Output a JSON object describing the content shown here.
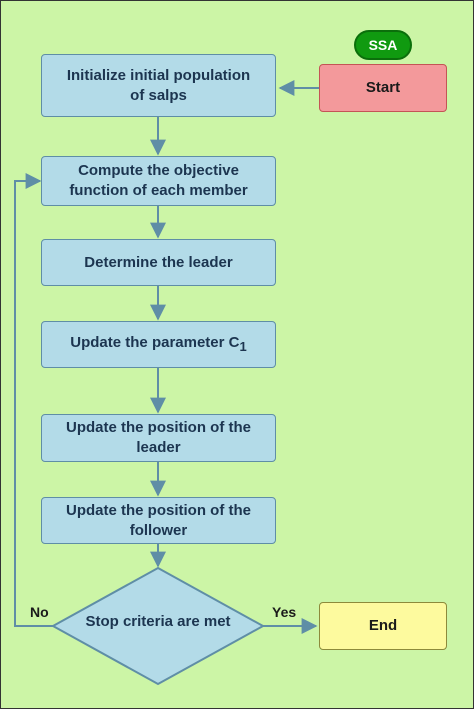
{
  "badge": {
    "label": "SSA"
  },
  "start": {
    "label": "Start"
  },
  "steps": [
    {
      "id": "init",
      "label": "Initialize initial population of salps"
    },
    {
      "id": "compute",
      "label": "Compute the objective function of each member"
    },
    {
      "id": "leader",
      "label": "Determine the leader"
    },
    {
      "id": "param",
      "label": "Update the parameter C",
      "subscript": "1"
    },
    {
      "id": "pos-leader",
      "label": "Update the position of the leader"
    },
    {
      "id": "pos-follower",
      "label": "Update the position of the follower"
    }
  ],
  "decision": {
    "label": "Stop criteria are met",
    "yes_label": "Yes",
    "no_label": "No"
  },
  "end": {
    "label": "End"
  },
  "colors": {
    "background": "#ccf5a6",
    "process_fill": "#b3dbe8",
    "start_fill": "#f3999b",
    "end_fill": "#fdfa9e",
    "badge_fill": "#109a10",
    "edge": "#5f8ea6"
  }
}
